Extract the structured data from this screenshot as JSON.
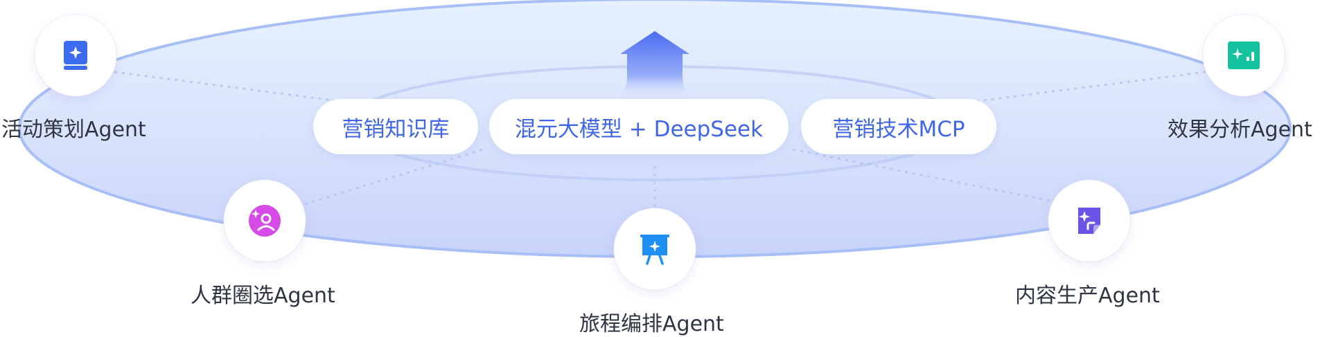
{
  "center": {
    "pills": [
      "营销知识库",
      "混元大模型 + DeepSeek",
      "营销技术MCP"
    ]
  },
  "agents": {
    "activity": "活动策划Agent",
    "analysis": "效果分析Agent",
    "audience": "人群圈选Agent",
    "journey": "旅程编排Agent",
    "content": "内容生产Agent"
  },
  "icons": {
    "activity": "book-sparkle-icon",
    "analysis": "chart-sparkle-icon",
    "audience": "user-sparkle-icon",
    "journey": "presentation-board-icon",
    "content": "document-sparkle-icon"
  },
  "colors": {
    "pill_text": "#3f66e6",
    "activity_icon": "#3c6cf0",
    "analysis_icon": "#15c2a0",
    "audience_icon": "#d64be8",
    "journey_icon": "#1e8ff5",
    "content_icon": "#6a54e8"
  }
}
